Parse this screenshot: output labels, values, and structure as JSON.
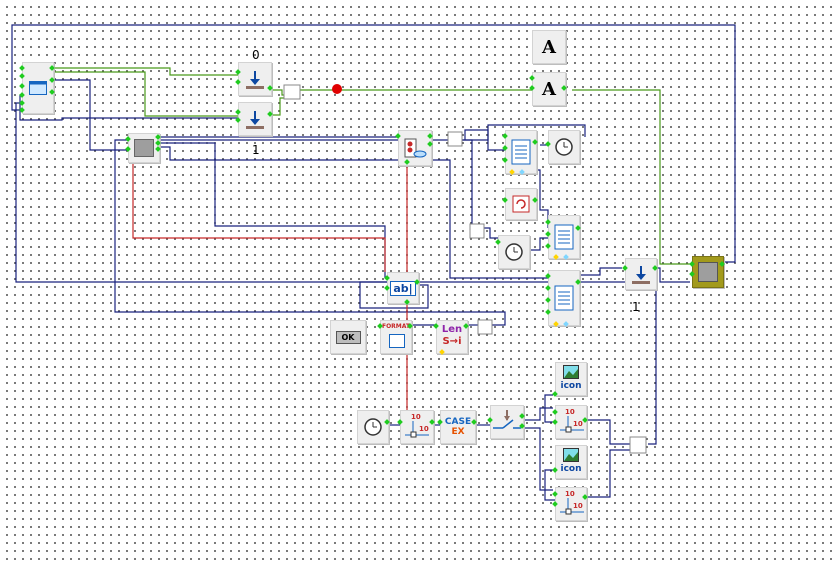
{
  "labels": {
    "port_top": "0",
    "port_bottom": "1",
    "port_right": "1"
  },
  "blocks": {
    "text_a_1": "A",
    "text_a_2": "A",
    "ok_button": "OK",
    "textbox": "ab|",
    "format": "FORMAT",
    "len_top": "Len",
    "len_bottom": "S→i",
    "case_top": "CASE",
    "case_bottom": "EX",
    "icon_1": "icon",
    "icon_2": "icon",
    "num_1a": "10",
    "num_1b": "10",
    "num_2a": "10",
    "num_2b": "10",
    "num_3a": "10",
    "num_3b": "10"
  },
  "colors": {
    "wire_blue": "#1a237e",
    "wire_green": "#4a9a1a",
    "wire_olive": "#5a7a2a",
    "wire_red": "#c62828",
    "junction_red": "#e00000",
    "pin_green": "#1fcc1f",
    "output_block": "#a29a1c"
  }
}
